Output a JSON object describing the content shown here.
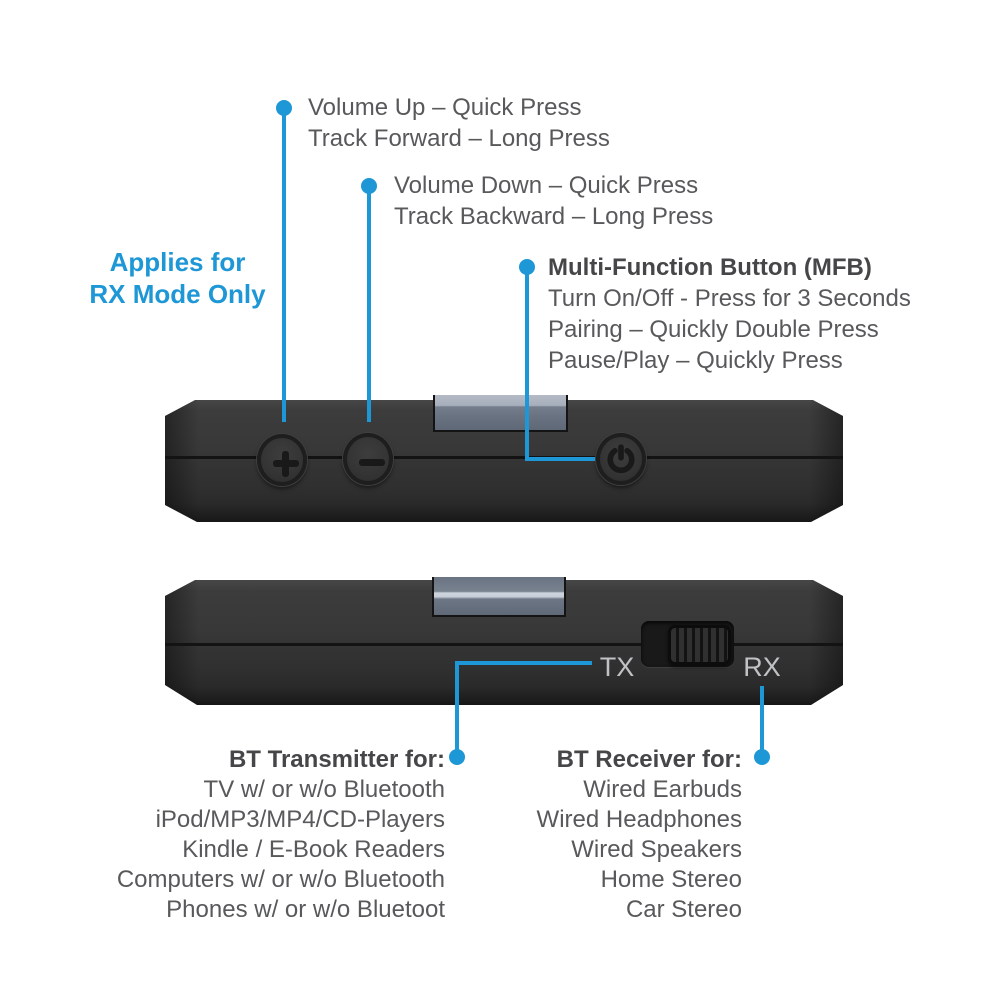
{
  "colors": {
    "accent_blue": "#1E97D6",
    "text_gray": "#58595B",
    "text_dark": "#464648",
    "device_body": "#333333",
    "tab_slate": "#717A89"
  },
  "annotations": {
    "volume_up": {
      "line1": "Volume Up – Quick Press",
      "line2": "Track Forward – Long Press"
    },
    "volume_down": {
      "line1": "Volume Down – Quick Press",
      "line2": "Track Backward – Long Press"
    },
    "rx_mode": {
      "line1": "Applies for",
      "line2": "RX Mode Only"
    },
    "mfb": {
      "title": "Multi-Function Button (MFB)",
      "line1": "Turn On/Off - Press for 3 Seconds",
      "line2": "Pairing – Quickly Double Press",
      "line3": "Pause/Play – Quickly Press"
    }
  },
  "device_bottom": {
    "tx_label": "TX",
    "rx_label": "RX"
  },
  "transmitter_list": {
    "title": "BT Transmitter for:",
    "items": [
      "TV w/ or w/o Bluetooth",
      "iPod/MP3/MP4/CD-Players",
      "Kindle / E-Book Readers",
      "Computers w/ or w/o Bluetooth",
      "Phones w/ or w/o Bluetoot"
    ]
  },
  "receiver_list": {
    "title": "BT Receiver for:",
    "items": [
      "Wired Earbuds",
      "Wired Headphones",
      "Wired Speakers",
      "Home Stereo",
      "Car Stereo"
    ]
  }
}
